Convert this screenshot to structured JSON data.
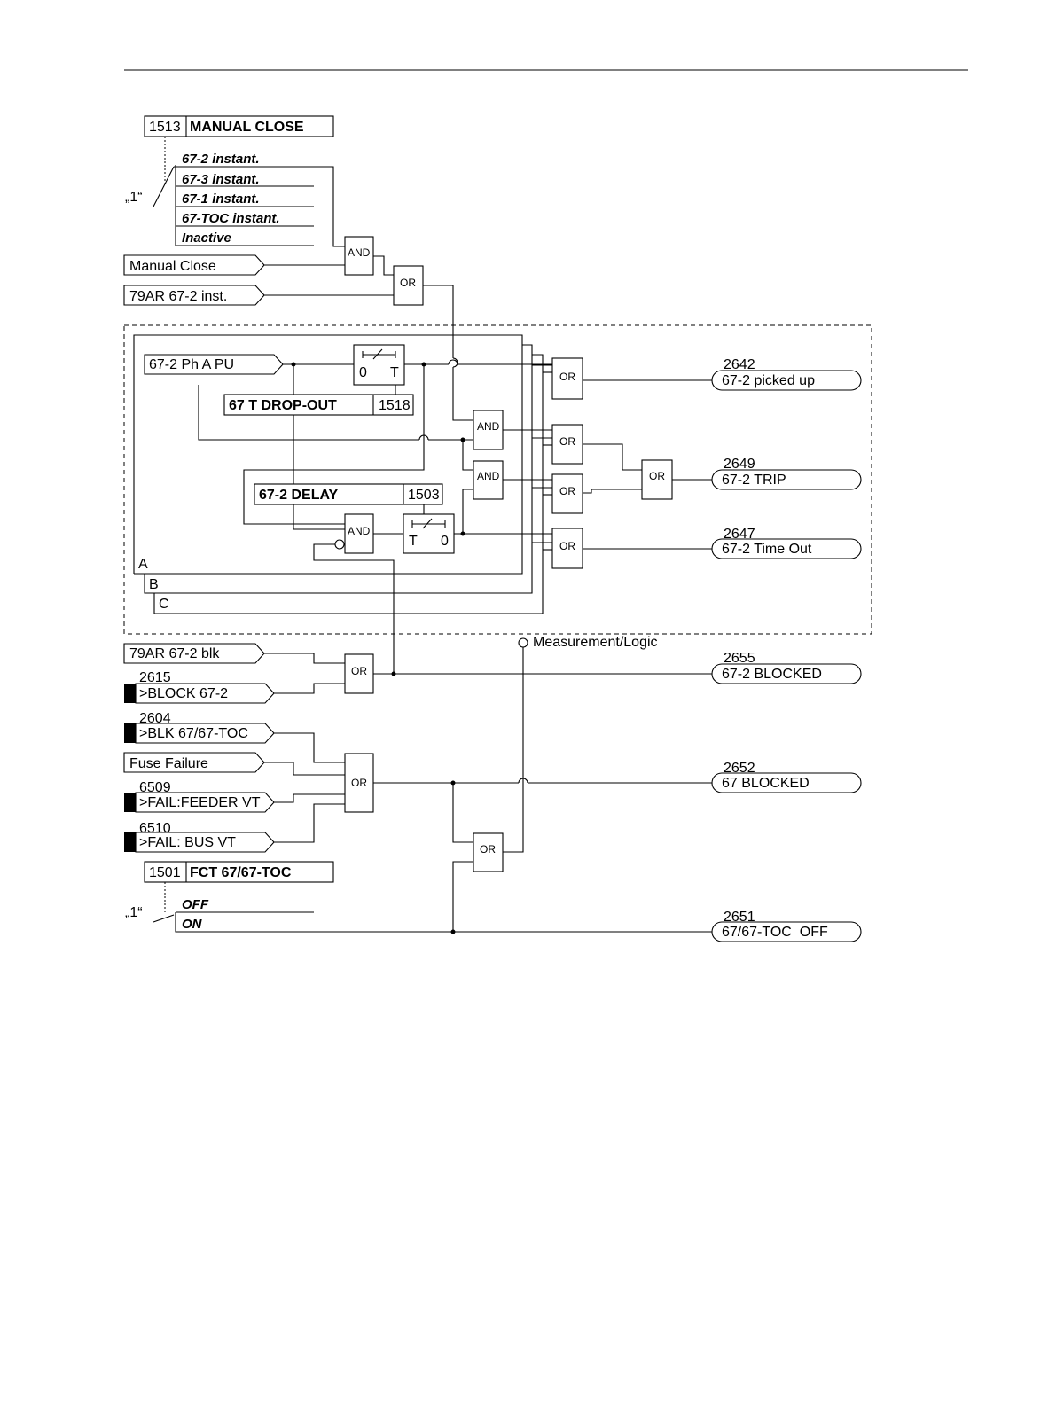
{
  "param_1513": {
    "address": "1513",
    "name": "MANUAL CLOSE",
    "options": [
      "67-2 instant.",
      "67-3 instant.",
      "67-1 instant.",
      "67-TOC instant.",
      "Inactive"
    ],
    "switch_label": "„1“"
  },
  "inputs": {
    "manual_close": "Manual Close",
    "ar_inst": "79AR 67-2 inst.",
    "ph_pu": "67-2 Ph A PU",
    "ar_blk": "79AR 67-2 blk",
    "block_num": "2615",
    "block_label": ">BLOCK 67-2",
    "blk_toc_num": "2604",
    "blk_toc_label": ">BLK 67/67-TOC",
    "fuse": "Fuse Failure",
    "feeder_num": "6509",
    "feeder_label": ">FAIL:FEEDER VT",
    "bus_num": "6510",
    "bus_label": ">FAIL: BUS VT"
  },
  "param_1518": {
    "name": "67 T DROP-OUT",
    "address": "1518"
  },
  "param_1503": {
    "name": "67-2 DELAY",
    "address": "1503"
  },
  "timers": {
    "dropout_left": "0",
    "dropout_right": "T",
    "delay_left": "T",
    "delay_right": "0"
  },
  "phases": [
    "A",
    "B",
    "C"
  ],
  "gates": {
    "and": "AND",
    "or": "OR"
  },
  "measurement_logic": "Measurement/Logic",
  "outputs": [
    {
      "num": "2642",
      "label": "67-2 picked up"
    },
    {
      "num": "2649",
      "label": "67-2 TRIP"
    },
    {
      "num": "2647",
      "label": "67-2 Time Out"
    },
    {
      "num": "2655",
      "label": "67-2 BLOCKED"
    },
    {
      "num": "2652",
      "label": "67 BLOCKED"
    },
    {
      "num": "2651",
      "label": "67/67-TOC  OFF"
    }
  ],
  "param_1501": {
    "address": "1501",
    "name": "FCT 67/67-TOC",
    "options": [
      "OFF",
      "ON"
    ],
    "switch_label": "„1“"
  }
}
